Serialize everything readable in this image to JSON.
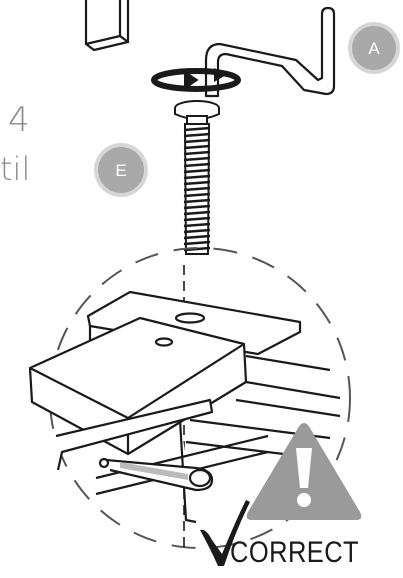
{
  "labels": {
    "step_number": "4",
    "partial_word": "til",
    "badge_a": "A",
    "badge_e": "E",
    "result": "CORRECT"
  },
  "colors": {
    "line": "#1a1a1a",
    "badge_fill": "#a9a9a9",
    "badge_ring": "#d6d6d6",
    "warning": "#9a9a9a",
    "side_text": "#8a8a8a"
  },
  "icons": [
    "warning-icon",
    "checkmark-icon",
    "rotation-arrow-icon"
  ]
}
